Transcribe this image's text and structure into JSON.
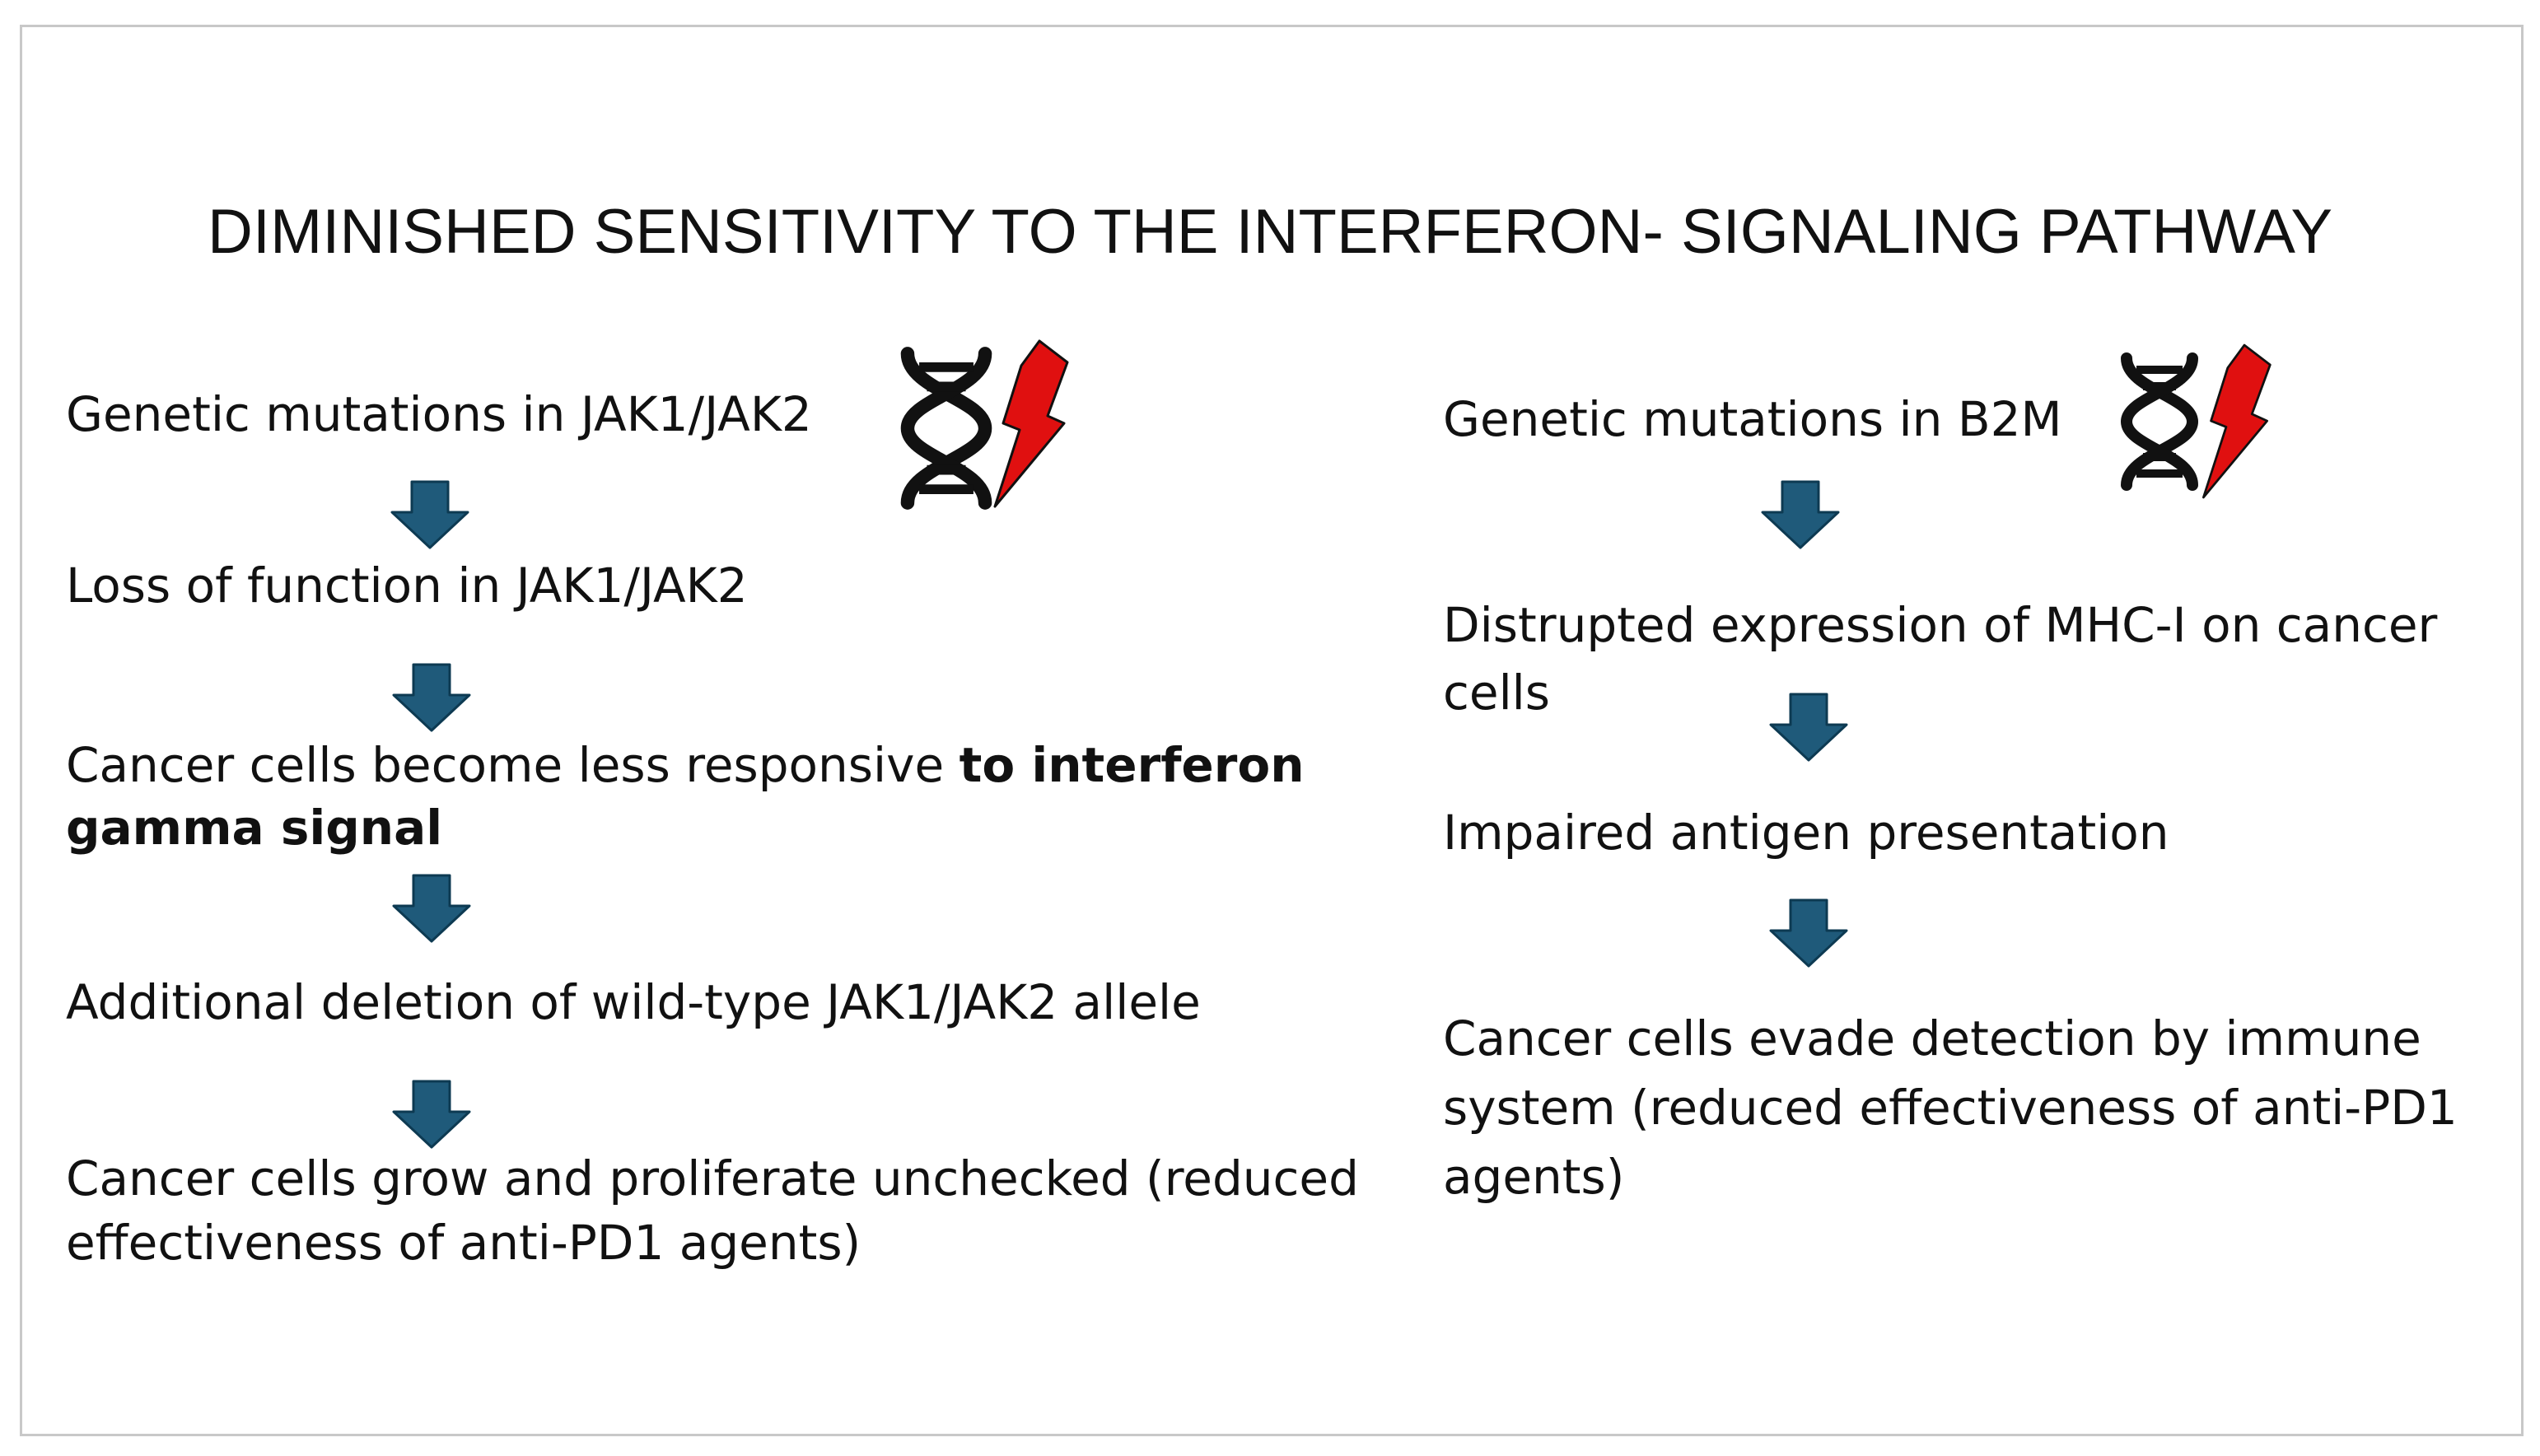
{
  "title": "DIMINISHED SENSITIVITY TO THE INTERFERON- SIGNALING PATHWAY",
  "colors": {
    "arrow": "#1f5a7a",
    "arrow_outline": "#0d3a52",
    "bolt": "#e01010",
    "dna": "#111111",
    "border": "#c8c8c8"
  },
  "icons": [
    "dna-icon",
    "lightning-bolt-icon"
  ],
  "left": {
    "step1": "Genetic mutations in JAK1/JAK2",
    "step2": "Loss of function in JAK1/JAK2",
    "step3_plain": "Cancer cells become less responsive ",
    "step3_bold_a": "to interferon",
    "step3_bold_b": "gamma signal",
    "step4": "Additional deletion of wild-type JAK1/JAK2 allele",
    "step5_line1": "Cancer cells grow and proliferate unchecked (reduced",
    "step5_line2": "effectiveness of anti-PD1 agents)"
  },
  "right": {
    "step1": "Genetic mutations in B2M",
    "step2_line1": "Distrupted expression of MHC-I on cancer",
    "step2_line2": "cells",
    "step3": "Impaired antigen presentation",
    "step4_line1": "Cancer cells evade detection by immune",
    "step4_line2": "system (reduced effectiveness of anti-PD1",
    "step4_line3": "agents)"
  }
}
